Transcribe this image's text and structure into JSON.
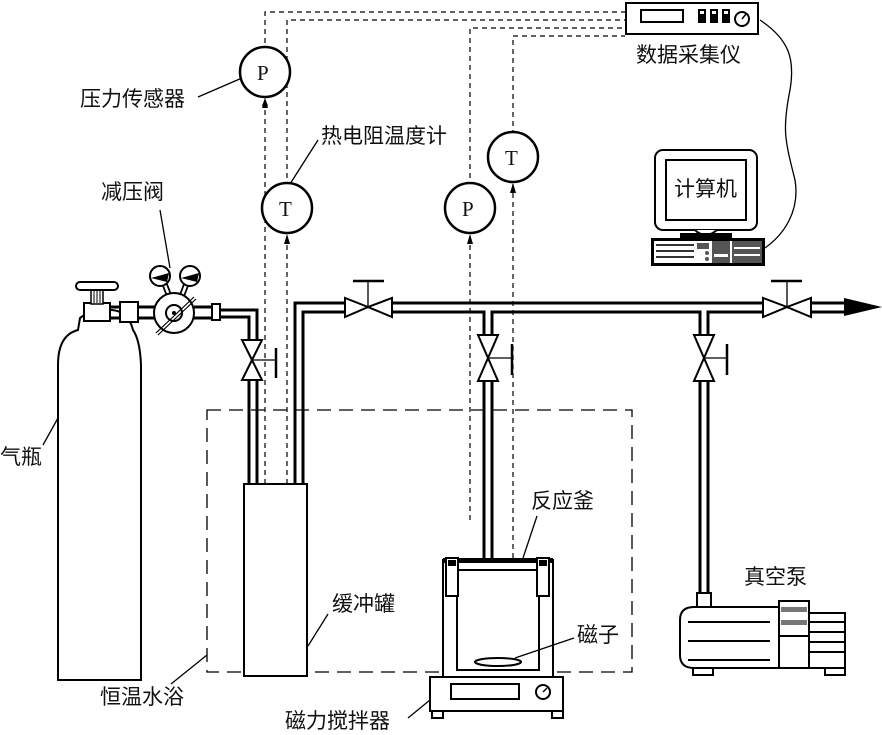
{
  "figure": {
    "type": "experimental apparatus schematic",
    "labels": {
      "gas_cylinder": "气瓶",
      "pressure_reducing_valve": "减压阀",
      "pressure_sensor": "压力传感器",
      "rtd_thermometer": "热电阻温度计",
      "data_acquisition": "数据采集仪",
      "computer": "计算机",
      "buffer_tank": "缓冲罐",
      "thermostatic_bath": "恒温水浴",
      "reactor": "反应釜",
      "stir_bar": "磁子",
      "magnetic_stirrer": "磁力搅拌器",
      "vacuum_pump": "真空泵"
    },
    "sensors": [
      {
        "id": "buffer-pressure",
        "symbol": "P"
      },
      {
        "id": "buffer-temperature",
        "symbol": "T"
      },
      {
        "id": "reactor-pressure",
        "symbol": "P"
      },
      {
        "id": "reactor-temperature",
        "symbol": "T"
      }
    ]
  }
}
